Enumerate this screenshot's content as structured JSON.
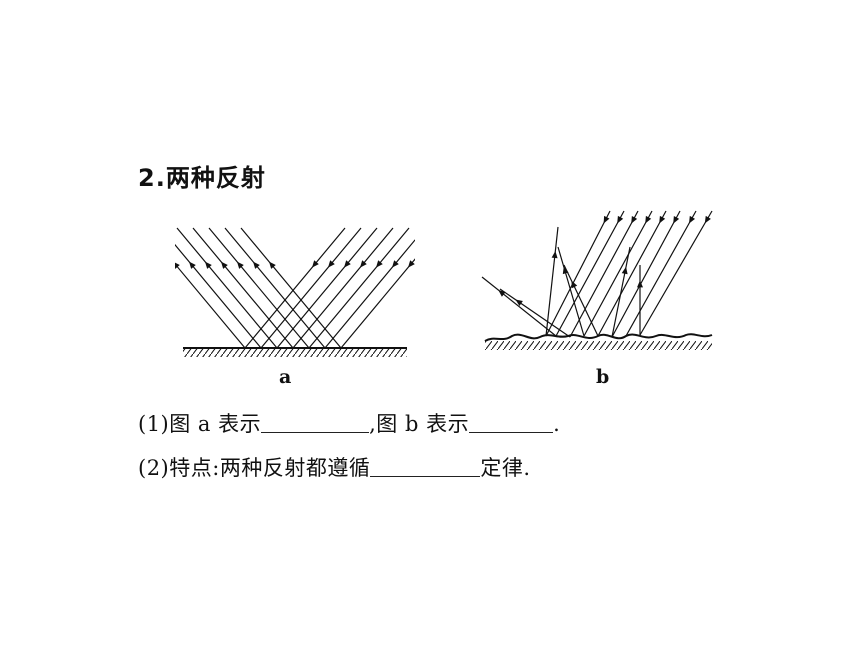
{
  "heading": "2.两种反射",
  "figure_a": {
    "label": "a"
  },
  "figure_b": {
    "label": "b"
  },
  "q1": {
    "part1": "(1)图 a 表示",
    "part2": ",图 b 表示",
    "part3": "."
  },
  "q2": {
    "part1": "(2)特点:两种反射都遵循",
    "part2": "定律."
  }
}
